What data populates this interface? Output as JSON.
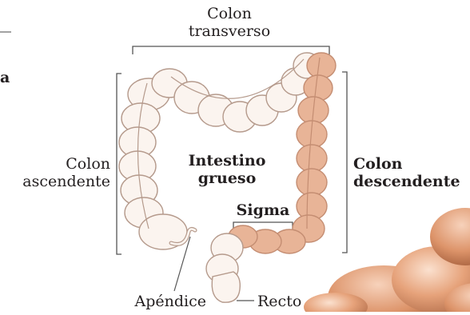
{
  "labels": {
    "transverse": [
      "Colon",
      "transverso"
    ],
    "ascending": [
      "Colon",
      "ascendente"
    ],
    "descending": [
      "Colon",
      "descendente"
    ],
    "center": [
      "Intestino",
      "grueso"
    ],
    "sigma": "Sigma",
    "appendix": "Apéndice",
    "rectum": "Recto",
    "edge_fragment": "a"
  },
  "colors": {
    "colon_fill": "#fbf4ef",
    "colon_outline": "#b59a8c",
    "highlight_fill": "#e8b497",
    "highlight_outline": "#c48d72",
    "bracket": "#555555",
    "zoom_skin": "#d9976e"
  }
}
